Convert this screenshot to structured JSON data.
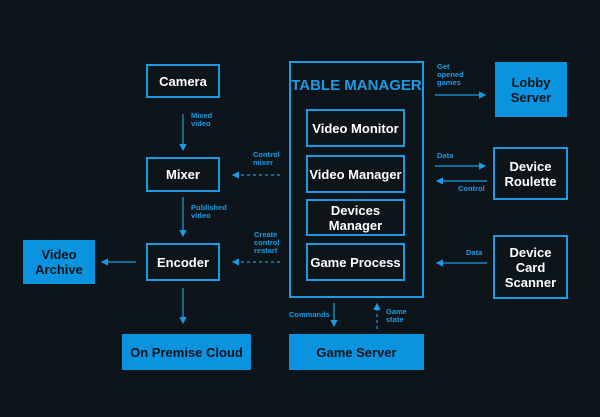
{
  "nodes": {
    "camera": "Camera",
    "mixer": "Mixer",
    "encoder": "Encoder",
    "video_archive": "Video\nArchive",
    "on_premise_cloud": "On Premise Cloud",
    "table_manager": "TABLE MANAGER",
    "video_monitor": "Video Monitor",
    "video_manager": "Video Manager",
    "devices_manager": "Devices Manager",
    "game_process": "Game Process",
    "game_server": "Game Server",
    "lobby_server": "Lobby\nServer",
    "device_roulette": "Device\nRoulette",
    "device_card_scanner": "Device\nCard\nScanner"
  },
  "edges": {
    "mixed_video": "Mixed\nvideo",
    "published_video": "Published\nvideo",
    "control_mixer": "Control\nmixer",
    "create_control_restart": "Create\ncontrol\nrestart",
    "get_opened_games": "Get\nopened\ngames",
    "data_roulette": "Data",
    "control_roulette": "Control",
    "data_scanner": "Data",
    "commands": "Commands",
    "game_state": "Game\nstate"
  },
  "colors": {
    "accent": "#1b9be3",
    "background": "#0d151b",
    "filled": "#0b93df"
  }
}
